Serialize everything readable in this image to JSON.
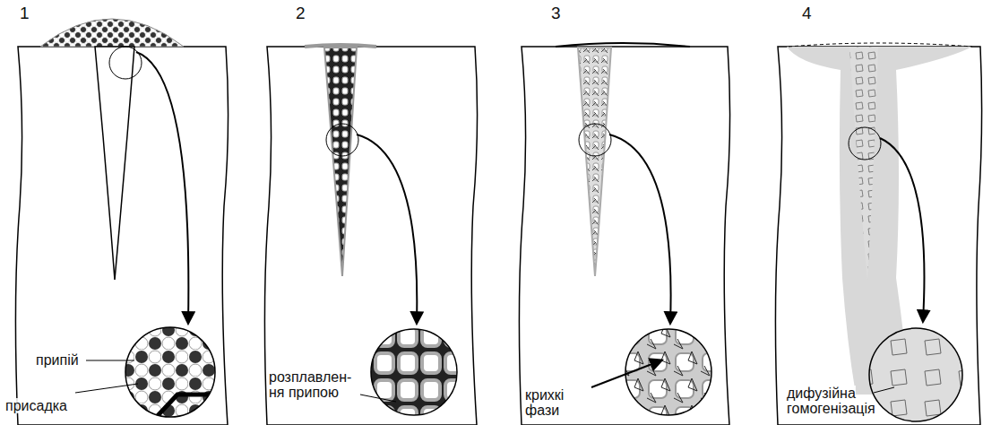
{
  "diagram": {
    "labels": [
      "1",
      "2",
      "3",
      "4",
      "припій",
      "присадка",
      "розплавлен- ня припою",
      "крихкі фази",
      "дифузійна гомогенізація"
    ]
  }
}
